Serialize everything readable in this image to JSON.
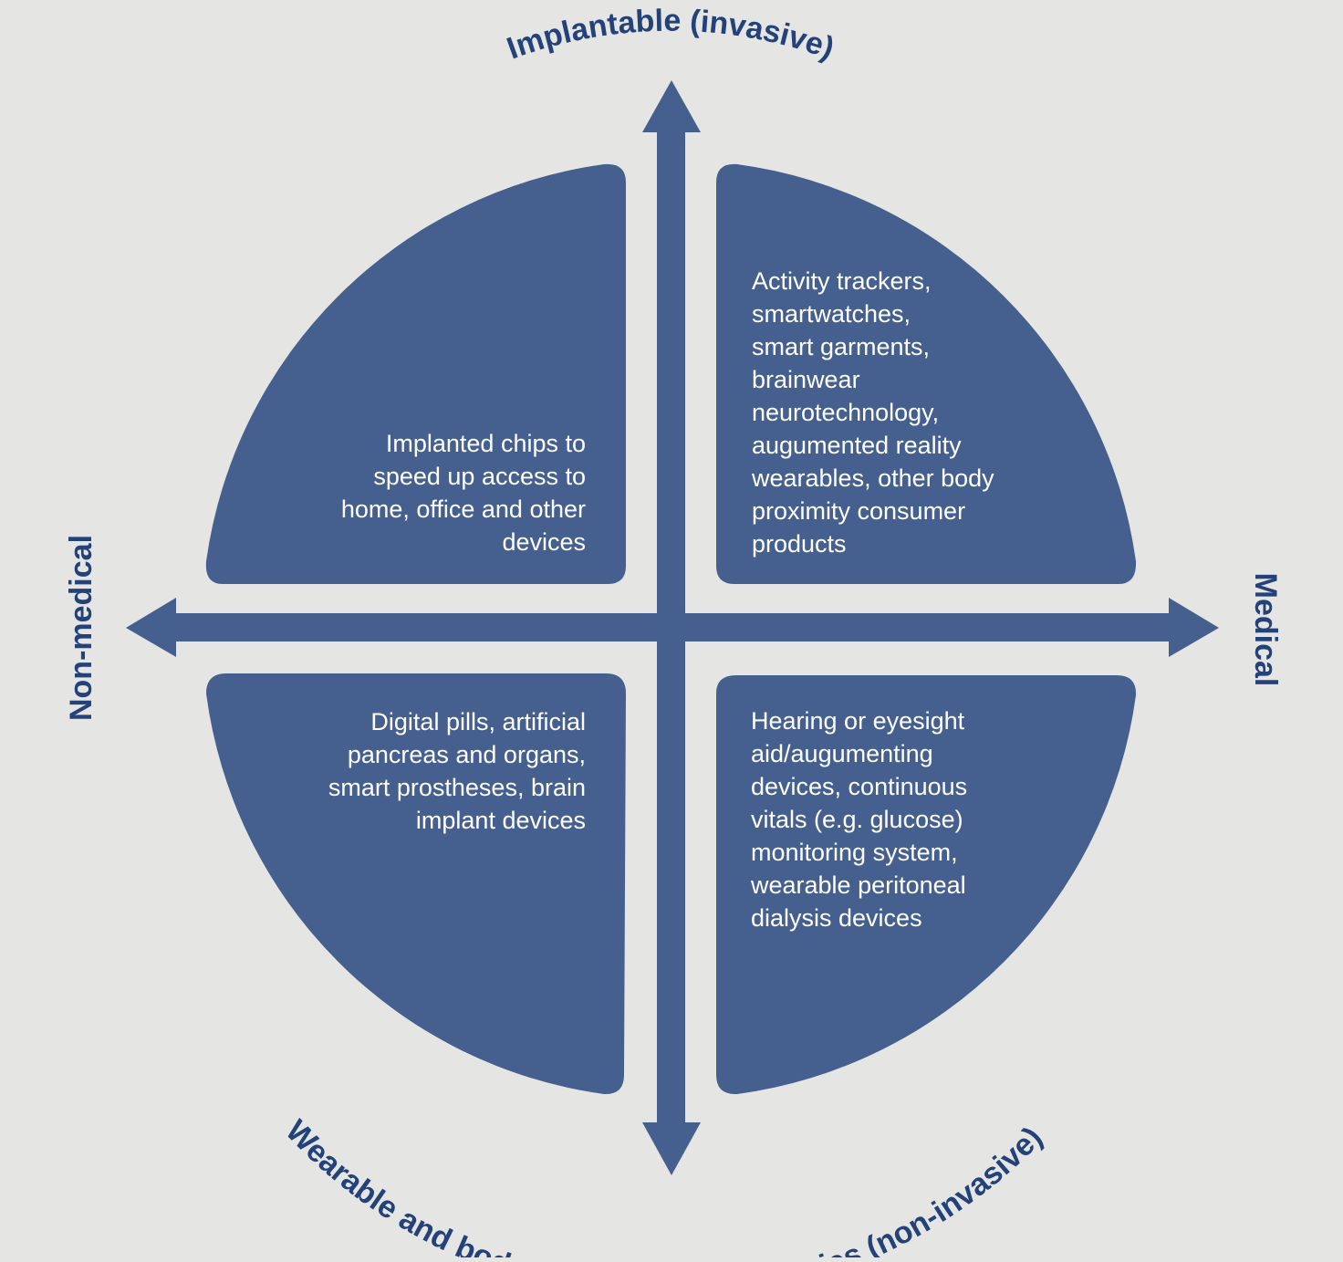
{
  "colors": {
    "background": "#e5e5e3",
    "accent": "#45608f",
    "label": "#23427a",
    "quadrant_text": "#ffffff"
  },
  "axes": {
    "top": "Implantable (invasive)",
    "bottom": "Wearable and body proximity technologies (non-invasive)",
    "left": "Non-medical",
    "right": "Medical"
  },
  "quadrants": {
    "top_left": [
      "Implanted chips to",
      "speed up access to",
      "home, office and other",
      "devices"
    ],
    "top_right": [
      "Activity trackers,",
      "smartwatches,",
      "smart garments,",
      "brainwear",
      "neurotechnology,",
      "augumented reality",
      "wearables, other body",
      "proximity consumer",
      "products"
    ],
    "bottom_left": [
      "Digital pills, artificial",
      "pancreas and organs,",
      "smart prostheses, brain",
      "implant devices"
    ],
    "bottom_right": [
      "Hearing or eyesight",
      "aid/augumenting",
      "devices, continuous",
      "vitals (e.g. glucose)",
      "monitoring system,",
      "wearable peritoneal",
      "dialysis devices"
    ]
  }
}
